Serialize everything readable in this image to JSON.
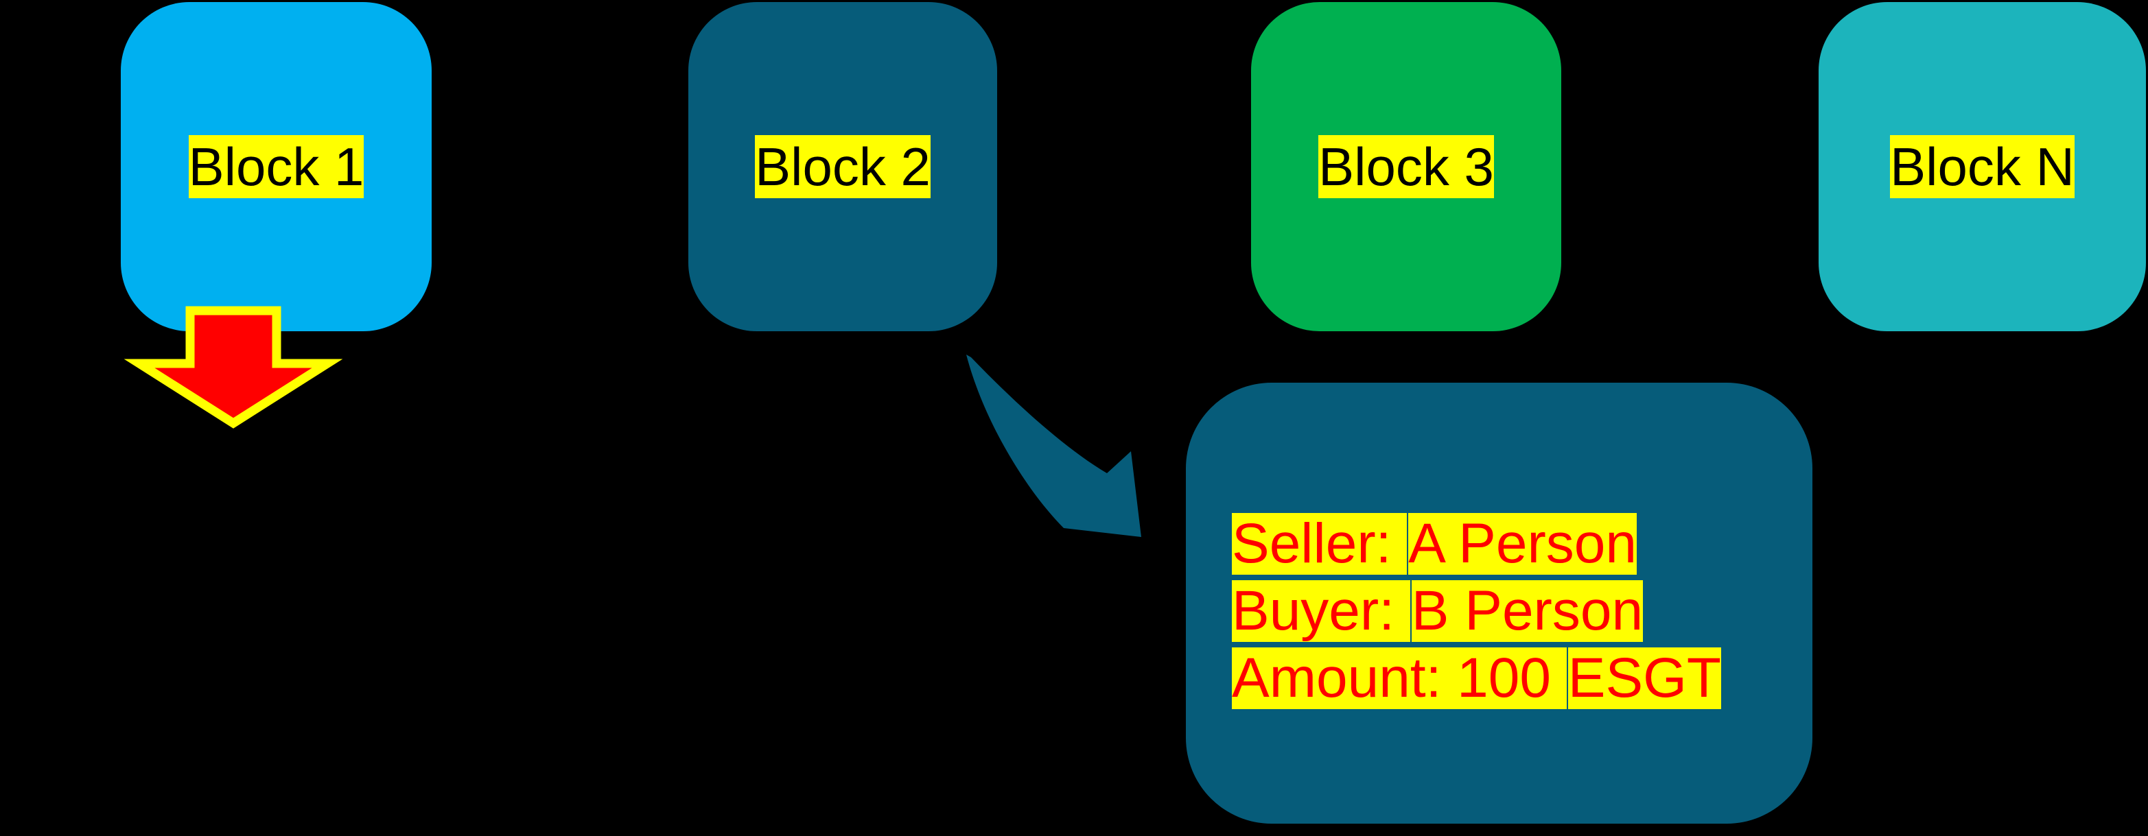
{
  "diagram": {
    "background_color": "#000000",
    "highlight_color": "#FFFF00",
    "block_label_text_color": "#000000",
    "blocks": [
      {
        "label": "Block 1",
        "color": "#00B0F0"
      },
      {
        "label": "Block 2",
        "color": "#065C7A"
      },
      {
        "label": "Block 3",
        "color": "#00B050"
      },
      {
        "label": "Block N",
        "color": "#1CB4BC"
      }
    ],
    "down_arrow": {
      "fill_color": "#FF0000",
      "outline_color": "#FFFF00"
    },
    "curved_arrow": {
      "fill_color": "#065C7A"
    },
    "transaction_box": {
      "color": "#065C7A",
      "text_color": "#FF0000",
      "lines": [
        {
          "prefix": "Seller: ",
          "value": "A Person"
        },
        {
          "prefix": "Buyer: ",
          "value": "B Person"
        },
        {
          "prefix": "Amount: 100 ",
          "value": "ESGT"
        }
      ]
    }
  }
}
